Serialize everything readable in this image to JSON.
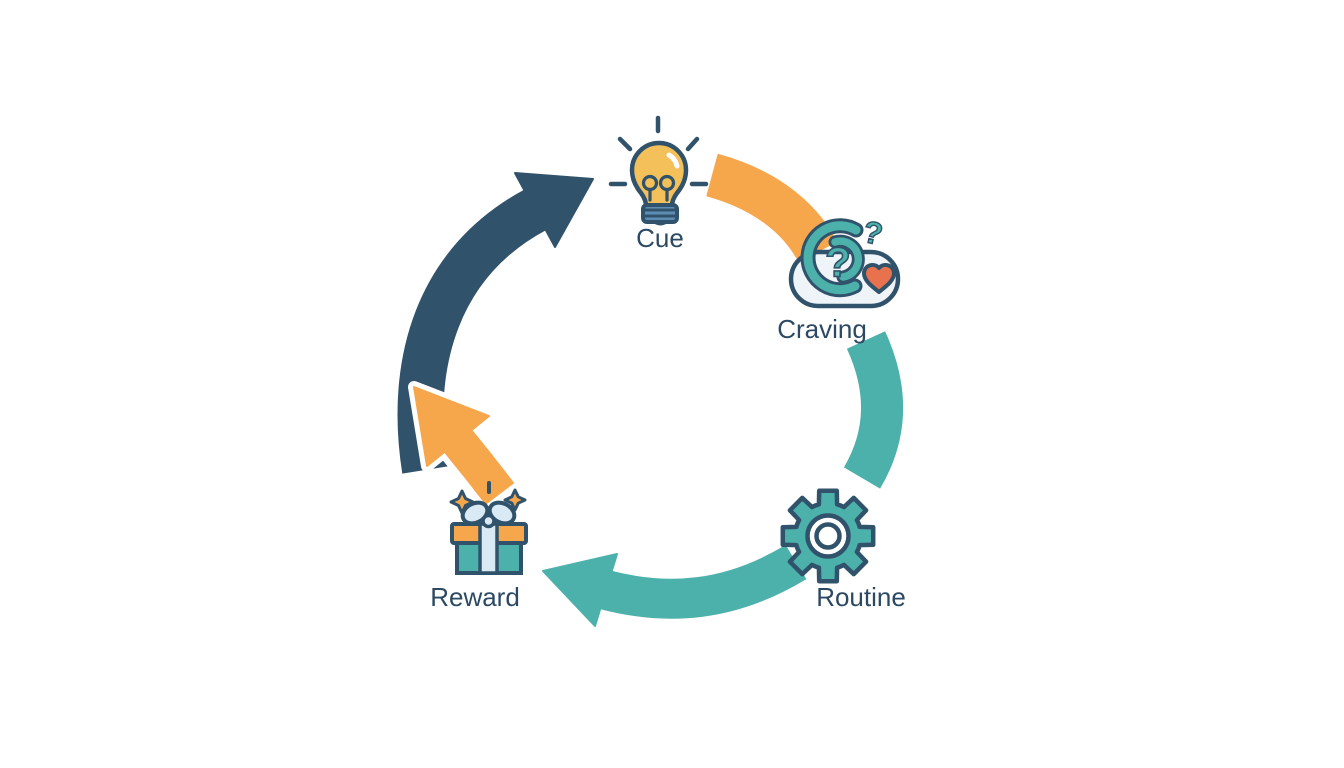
{
  "diagram": {
    "name": "habit-loop-cycle",
    "nodes": [
      {
        "id": "cue",
        "label": "Cue",
        "icon": "lightbulb-icon"
      },
      {
        "id": "craving",
        "label": "Craving",
        "icon": "thought-cloud-heart-icon"
      },
      {
        "id": "routine",
        "label": "Routine",
        "icon": "gear-icon"
      },
      {
        "id": "reward",
        "label": "Reward",
        "icon": "gift-icon"
      }
    ],
    "arrows": [
      {
        "from": "Cue",
        "to": "Craving",
        "color": "#F6A64B"
      },
      {
        "from": "Craving",
        "to": "Routine",
        "color": "#4CB1AB"
      },
      {
        "from": "Routine",
        "to": "Reward",
        "color": "#4CB1AB"
      },
      {
        "from": "Reward",
        "to": "Cue",
        "color": "#31526B"
      }
    ],
    "question_mark": "?"
  },
  "colors": {
    "navy": "#31526B",
    "teal": "#4CB1AB",
    "orange": "#F6A64B",
    "text": "#2C4963",
    "heart": "#E8714E",
    "bulb": "#F3C05A",
    "bulbbase": "#5E8DB4",
    "paleblue": "#D9EAF4",
    "cloud": "#EEF4F8",
    "white": "#FFFFFF"
  }
}
